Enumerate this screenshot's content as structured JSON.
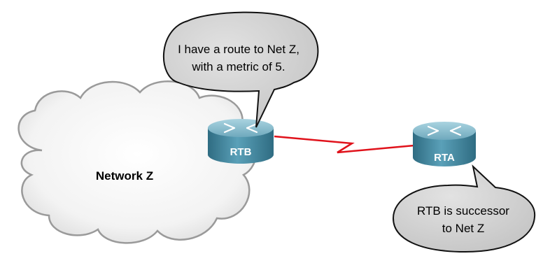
{
  "network": {
    "label": "Network Z"
  },
  "routers": [
    {
      "id": "rtb",
      "label": "RTB"
    },
    {
      "id": "rta",
      "label": "RTA"
    }
  ],
  "bubbles": {
    "rtb": {
      "lines": [
        "I have a route to Net Z,",
        "with a metric of 5."
      ]
    },
    "rta": {
      "lines": [
        "RTB is successor",
        "to Net Z"
      ]
    }
  },
  "colors": {
    "link": "#e0121b",
    "router_top": "#7fb4c6",
    "router_side": "#3d7f96",
    "bubble_fill": "#d3d3d3",
    "cloud_fill": "#f2f2f2"
  }
}
